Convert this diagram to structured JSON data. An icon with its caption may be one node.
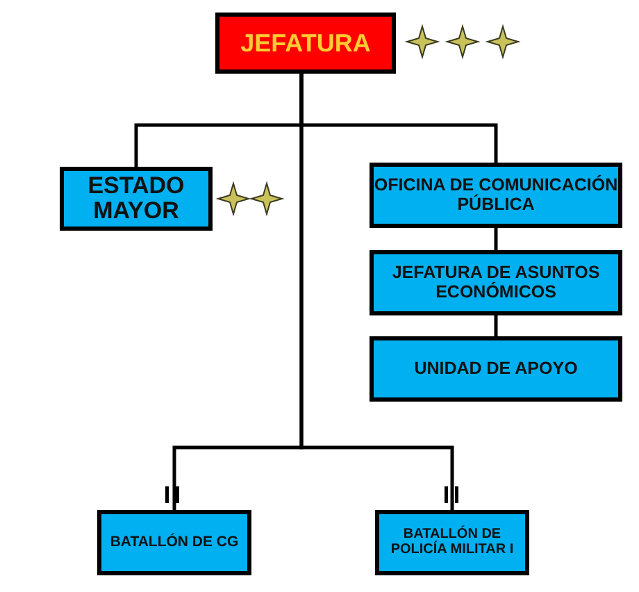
{
  "diagram": {
    "nodes": [
      {
        "text": [
          "JEFATURA"
        ]
      },
      {
        "text": [
          "ESTADO MAYOR"
        ]
      },
      {
        "text": [
          "OFICINA DE COMUNICACIÓN PÚBLICA"
        ]
      },
      {
        "text": [
          "JEFATURA DE ASUNTOS ECONÓMICOS"
        ]
      },
      {
        "text": [
          "UNIDAD DE APOYO"
        ]
      },
      {
        "text": [
          "BATALLÓN DE CG"
        ]
      },
      {
        "text": [
          "BATALLÓN DE POLICÍA MILITAR I"
        ]
      }
    ],
    "edges": [
      {
        "from": 0,
        "to": 1,
        "arrow": "none"
      },
      {
        "from": 0,
        "to": 2,
        "arrow": "none"
      },
      {
        "from": 2,
        "to": 3,
        "arrow": "none"
      },
      {
        "from": 3,
        "to": 4,
        "arrow": "none"
      },
      {
        "from": 0,
        "to": 5,
        "arrow": "none"
      },
      {
        "from": 0,
        "to": 6,
        "arrow": "none"
      }
    ]
  }
}
